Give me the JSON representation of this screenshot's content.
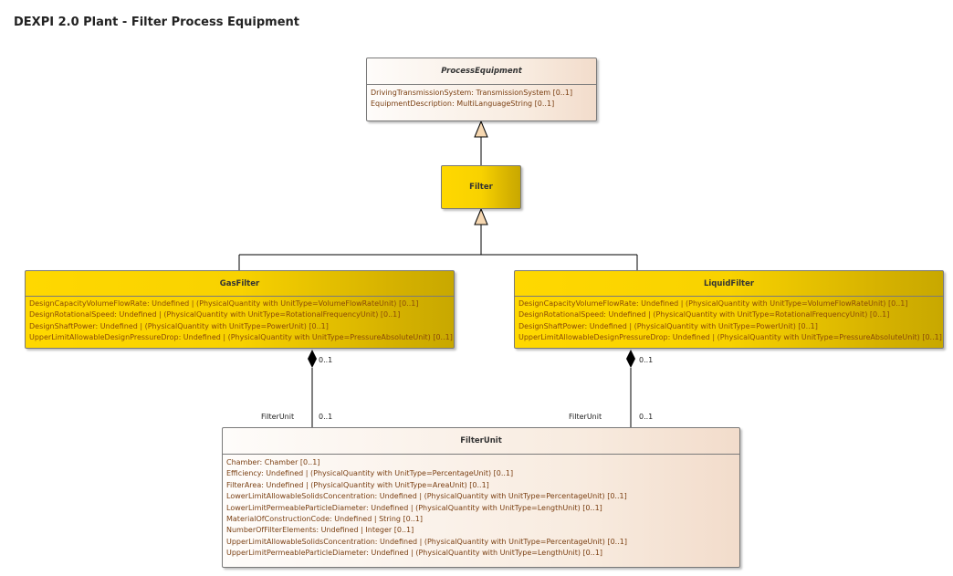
{
  "title": "DEXPI 2.0 Plant - Filter Process Equipment",
  "classes": {
    "process_equipment": {
      "name": "ProcessEquipment",
      "attributes": [
        "DrivingTransmissionSystem: TransmissionSystem [0..1]",
        "EquipmentDescription: MultiLanguageString [0..1]"
      ]
    },
    "filter": {
      "name": "Filter"
    },
    "gas_filter": {
      "name": "GasFilter",
      "attributes": [
        "DesignCapacityVolumeFlowRate: Undefined | (PhysicalQuantity with UnitType=VolumeFlowRateUnit) [0..1]",
        "DesignRotationalSpeed: Undefined | (PhysicalQuantity with UnitType=RotationalFrequencyUnit) [0..1]",
        "DesignShaftPower: Undefined | (PhysicalQuantity with UnitType=PowerUnit) [0..1]",
        "UpperLimitAllowableDesignPressureDrop: Undefined | (PhysicalQuantity with UnitType=PressureAbsoluteUnit) [0..1]"
      ]
    },
    "liquid_filter": {
      "name": "LiquidFilter",
      "attributes": [
        "DesignCapacityVolumeFlowRate: Undefined | (PhysicalQuantity with UnitType=VolumeFlowRateUnit) [0..1]",
        "DesignRotationalSpeed: Undefined | (PhysicalQuantity with UnitType=RotationalFrequencyUnit) [0..1]",
        "DesignShaftPower: Undefined | (PhysicalQuantity with UnitType=PowerUnit) [0..1]",
        "UpperLimitAllowableDesignPressureDrop: Undefined | (PhysicalQuantity with UnitType=PressureAbsoluteUnit) [0..1]"
      ]
    },
    "filter_unit": {
      "name": "FilterUnit",
      "attributes": [
        "Chamber: Chamber [0..1]",
        "Efficiency: Undefined | (PhysicalQuantity with UnitType=PercentageUnit) [0..1]",
        "FilterArea: Undefined | (PhysicalQuantity with UnitType=AreaUnit) [0..1]",
        "LowerLimitAllowableSolidsConcentration: Undefined | (PhysicalQuantity with UnitType=PercentageUnit) [0..1]",
        "LowerLimitPermeableParticleDiameter: Undefined | (PhysicalQuantity with UnitType=LengthUnit) [0..1]",
        "MaterialOfConstructionCode: Undefined | String [0..1]",
        "NumberOfFilterElements: Undefined | Integer [0..1]",
        "UpperLimitAllowableSolidsConcentration: Undefined | (PhysicalQuantity with UnitType=PercentageUnit) [0..1]",
        "UpperLimitPermeableParticleDiameter: Undefined | (PhysicalQuantity with UnitType=LengthUnit) [0..1]"
      ]
    }
  },
  "associations": {
    "gas": {
      "source_mult": "0..1",
      "target_role": "FilterUnit",
      "target_mult": "0..1"
    },
    "liquid": {
      "source_mult": "0..1",
      "target_role": "FilterUnit",
      "target_mult": "0..1"
    }
  },
  "colors": {
    "abstract_fill": "#f8ebdf",
    "concrete_fill": "#ffd800",
    "attribute_text": "#7a3f12",
    "arrow_fill": "#f6d7b0"
  }
}
